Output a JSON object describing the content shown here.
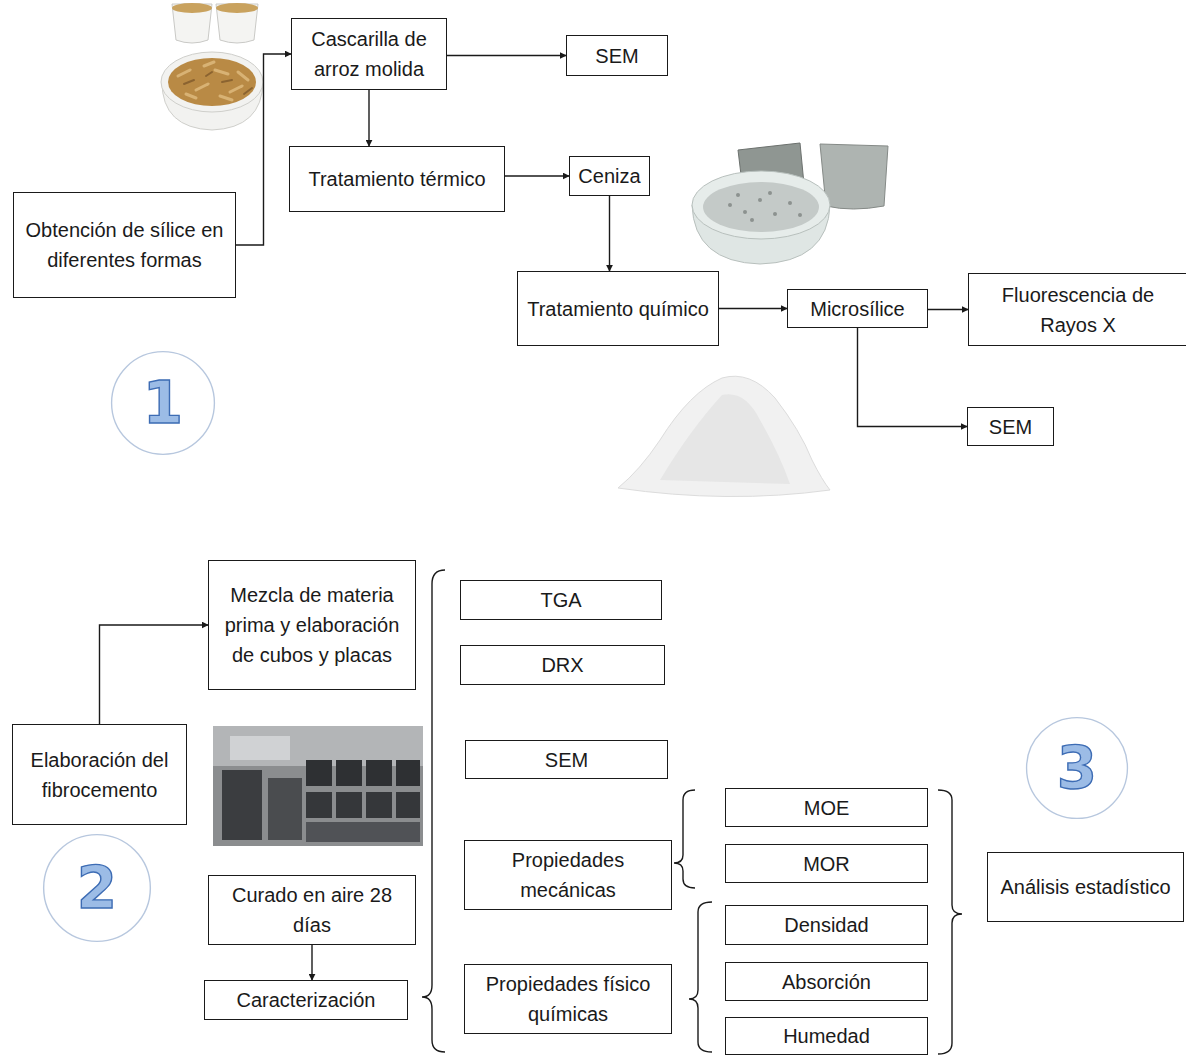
{
  "diagram": {
    "nodes": [
      {
        "text": [
          "Cascarilla de arroz molida"
        ]
      },
      {
        "text": [
          "SEM"
        ]
      },
      {
        "text": [
          "Tratamiento térmico"
        ]
      },
      {
        "text": [
          "Ceniza"
        ]
      },
      {
        "text": [
          "Obtención de sílice en diferentes formas"
        ]
      },
      {
        "text": [
          "Tratamiento químico"
        ]
      },
      {
        "text": [
          "Microsílice"
        ]
      },
      {
        "text": [
          "Fluorescencia de Rayos X"
        ]
      },
      {
        "text": [
          "SEM"
        ]
      },
      {
        "text": [
          "1"
        ]
      },
      {
        "text": [
          "Mezcla de materia prima y elaboración de cubos y placas"
        ]
      },
      {
        "text": [
          "TGA"
        ]
      },
      {
        "text": [
          "DRX"
        ]
      },
      {
        "text": [
          "Elaboración del fibrocemento"
        ]
      },
      {
        "text": [
          "SEM"
        ]
      },
      {
        "text": [
          "MOE"
        ]
      },
      {
        "text": [
          "Propiedades mecánicas"
        ]
      },
      {
        "text": [
          "MOR"
        ]
      },
      {
        "text": [
          "3"
        ]
      },
      {
        "text": [
          "Análisis estadístico"
        ]
      },
      {
        "text": [
          "2"
        ]
      },
      {
        "text": [
          "Curado en aire 28 días"
        ]
      },
      {
        "text": [
          "Densidad"
        ]
      },
      {
        "text": [
          "Propiedades físico químicas"
        ]
      },
      {
        "text": [
          "Absorción"
        ]
      },
      {
        "text": [
          "Caracterización"
        ]
      },
      {
        "text": [
          "Humedad"
        ]
      }
    ],
    "edges": [
      {
        "from": 4,
        "to": 0,
        "arrow": "to"
      },
      {
        "from": 0,
        "to": 1,
        "arrow": "to"
      },
      {
        "from": 0,
        "to": 2,
        "arrow": "to"
      },
      {
        "from": 2,
        "to": 3,
        "arrow": "to"
      },
      {
        "from": 3,
        "to": 5,
        "arrow": "to"
      },
      {
        "from": 5,
        "to": 6,
        "arrow": "to"
      },
      {
        "from": 6,
        "to": 7,
        "arrow": "to"
      },
      {
        "from": 6,
        "to": 8,
        "arrow": "to"
      },
      {
        "from": 13,
        "to": 10,
        "arrow": "to"
      },
      {
        "from": 21,
        "to": 25,
        "arrow": "to"
      }
    ]
  }
}
